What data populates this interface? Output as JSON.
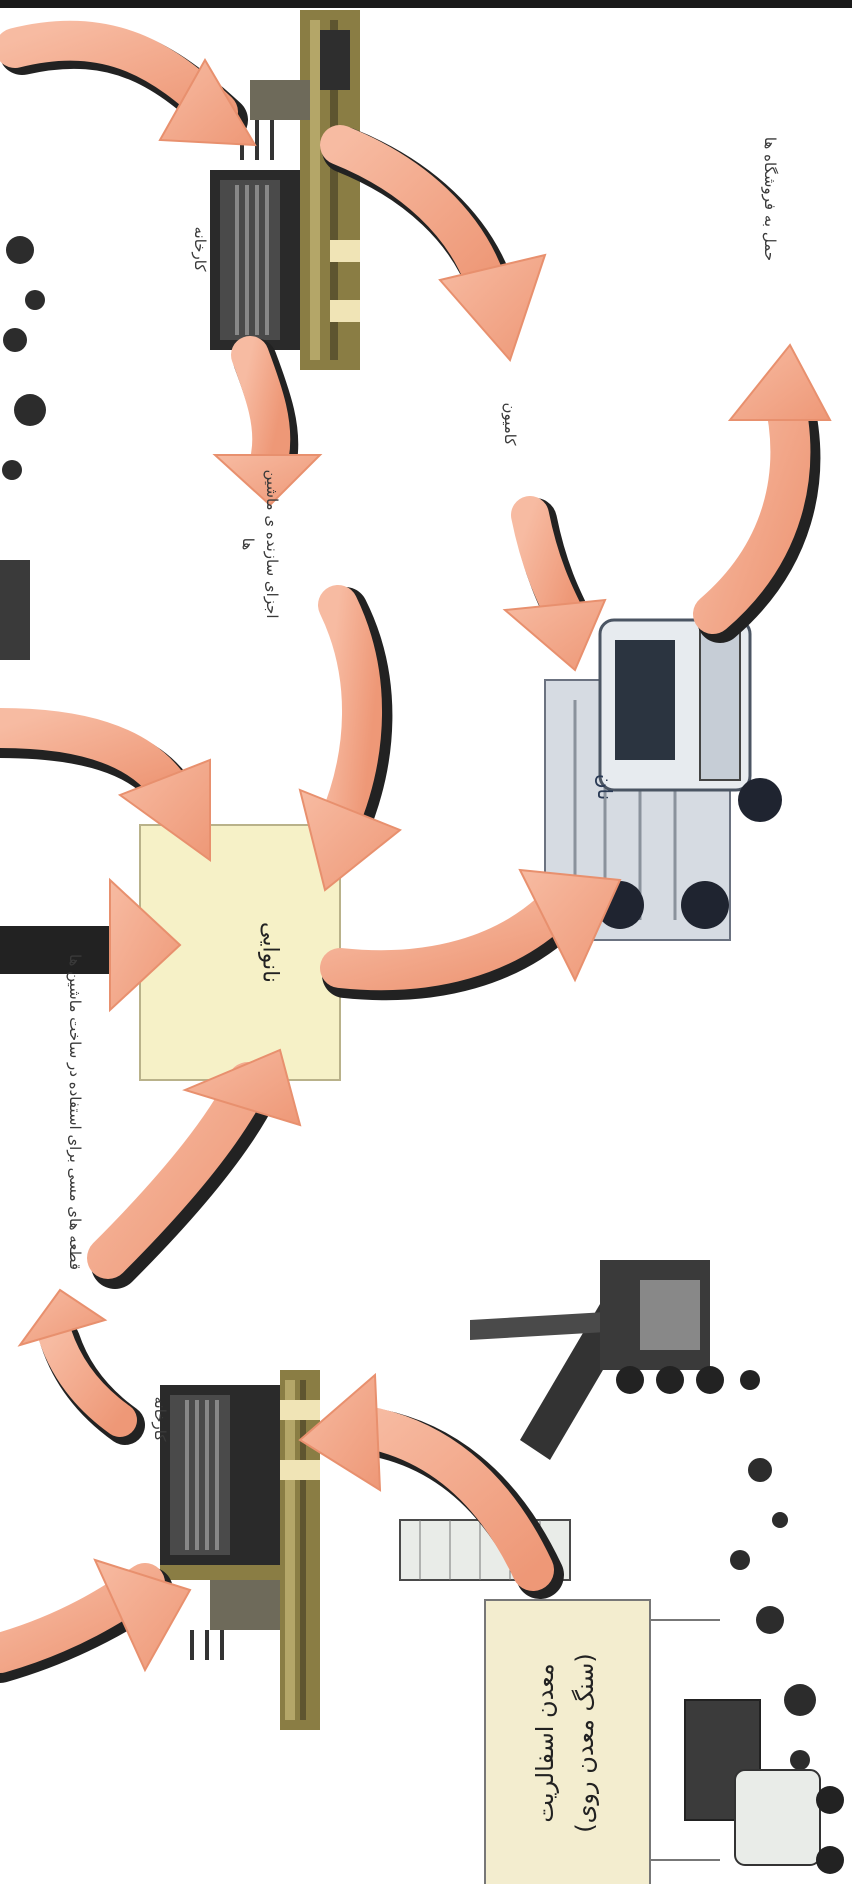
{
  "diagram": {
    "bakery_label": "نانوایی",
    "bread_truck_label": "نان",
    "mine_label": {
      "line1": "معدن اسفالریت",
      "line2": "(سنگ معدن روی)"
    },
    "captions": {
      "factory_bottom": "کارخانه",
      "zinc_parts": "قطعه های مسی برای استفاده در ساخت ماشین ها",
      "factory_top": "کارخانه",
      "machine_parts": "اجزای سازنده ی ماشین ها",
      "truck": "کامیون",
      "shops": "حمل به فروشگاه ها"
    },
    "colors": {
      "arrow_fill": "#f4a98a",
      "arrow_edge": "#e8906e",
      "arrow_shadow": "#222222",
      "bakery_box": "#f6f1c7",
      "mine_sign": "#f3edcf",
      "factory_dark": "#2a2a2a",
      "factory_olive": "#8a7d44"
    }
  }
}
